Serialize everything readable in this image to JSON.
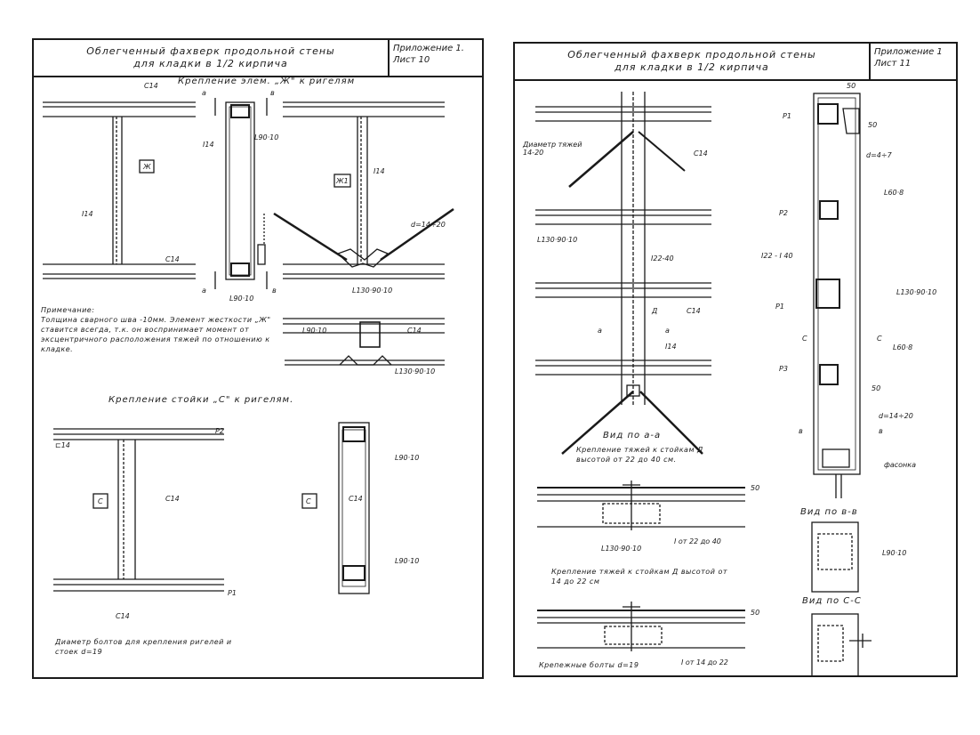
{
  "left_sheet": {
    "title_line1": "Облегченный фахверк продольной стены",
    "title_line2": "для кладки в 1/2 кирпича",
    "appendix": "Приложение 1.",
    "sheet": "Лист 10",
    "heading_top": "Крепление элем. „Ж\" к ригелям",
    "heading_bottom": "Крепление стойки „С\" к ригелям.",
    "labels": {
      "c14_top": "С14",
      "a_top": "а",
      "b_top": "в",
      "l90_10_top": "L90·10",
      "i14_mid": "I14",
      "zh_mark": "Ж",
      "i14_left": "I14",
      "c14_left": "С14",
      "l90_10_bottom": "L90·10",
      "a_bot": "а",
      "b_bot": "в",
      "zh1_mark": "Ж1",
      "i14_right": "I14",
      "d14_20": "d=14÷20",
      "l130_90_10": "L130·90·10",
      "l90_10_detail": "L90·10",
      "c14_detail": "С14",
      "l130_90_10_detail": "L130·90·10",
      "p2": "Р2",
      "c14_flange": "⊏14",
      "c_mark_1": "С",
      "c14_col": "С14",
      "p1": "Р1",
      "c14_bottom": "С14",
      "l90_10_c_top": "L90·10",
      "c_mark_2": "С",
      "c14_c": "С14",
      "l90_10_c_bot": "L90·10"
    },
    "note_title": "Примечание:",
    "note_text": "Толщина сварного шва -10мм. Элемент жесткости „Ж\" ставится всегда, т.к. он воспринимает момент от эксцентричного расположения тяжей по отношению к кладке.",
    "bolt_note": "Диаметр болтов для крепления ригелей и стоек d=19"
  },
  "right_sheet": {
    "title_line1": "Облегченный фахверк продольной стены",
    "title_line2": "для кладки в 1/2 кирпича",
    "appendix": "Приложение 1",
    "sheet": "Лист 11",
    "labels": {
      "rod_diam": "Диаметр тяжей 14-20",
      "c14_a": "С14",
      "l130_90_10": "L130·90·10",
      "i22_40": "I22-40",
      "c14_b": "С14",
      "d_mark": "Д",
      "a1": "а",
      "a2": "а",
      "i14": "I14",
      "dim_50": "50",
      "p1": "Р1",
      "dim_50v": "50",
      "d4_7": "d=4÷7",
      "l60_8": "L60·8",
      "p2": "Р2",
      "i22_i40": "I22 - I 40",
      "l130_90_10_r": "L130·90·10",
      "p1b": "Р1",
      "c1": "С",
      "c2": "С",
      "l60_8b": "L60·8",
      "p3": "Р3",
      "dim_50b": "50",
      "d14_20": "d=14÷20",
      "b1": "в",
      "b2": "в",
      "plate": "фасонка",
      "i_22_40": "I от 22 до 40",
      "l130_90_10_b": "L130·90·10",
      "dim_50c": "50",
      "l90_10": "L90·10",
      "i_14_22": "I от 14 до 22",
      "dim_50d": "50"
    },
    "view_aa": "Вид по а-а",
    "caption_1": "Крепление тяжей к стойкам Д высотой от 22 до 40 см.",
    "caption_2": "Крепление тяжей к стойкам Д высотой от 14 до 22 см",
    "view_bb": "Вид по в-в",
    "view_cc": "Вид по С-С",
    "bolts": "Крепежные болты d=19"
  }
}
